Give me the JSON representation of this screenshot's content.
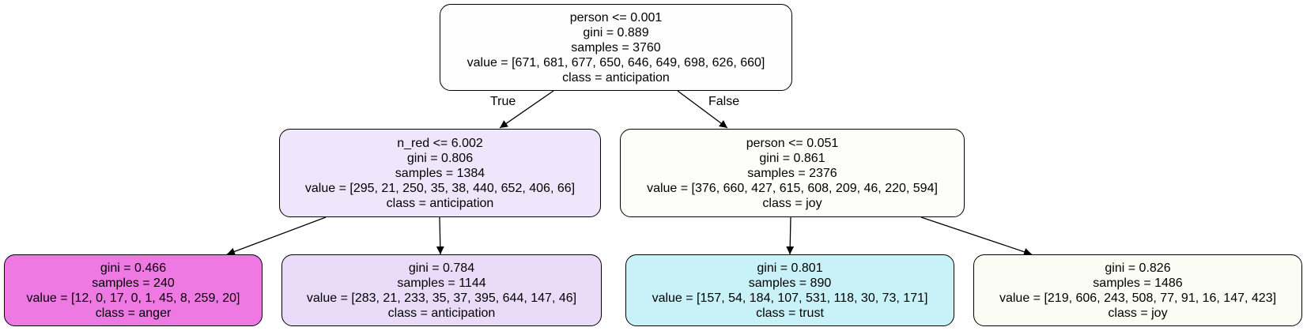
{
  "tree": {
    "root": {
      "split": "person <= 0.001",
      "gini": "gini = 0.889",
      "samples": "samples = 3760",
      "value": "value = [671, 681, 677, 650, 646, 649, 698, 626, 660]",
      "class": "class = anticipation",
      "fill": "#fefeff"
    },
    "left": {
      "split": "n_red <= 6.002",
      "gini": "gini = 0.806",
      "samples": "samples = 1384",
      "value": "value = [295, 21, 250, 35, 38, 440, 652, 406, 66]",
      "class": "class = anticipation",
      "fill": "#efe6fb"
    },
    "right": {
      "split": "person <= 0.051",
      "gini": "gini = 0.861",
      "samples": "samples = 2376",
      "value": "value = [376, 660, 427, 615, 608, 209, 46, 220, 594]",
      "class": "class = joy",
      "fill": "#fdfef9"
    },
    "leaf1": {
      "gini": "gini = 0.466",
      "samples": "samples = 240",
      "value": "value = [12, 0, 17, 0, 1, 45, 8, 259, 20]",
      "class": "class = anger",
      "fill": "#ef79e3"
    },
    "leaf2": {
      "gini": "gini = 0.784",
      "samples": "samples = 1144",
      "value": "value = [283, 21, 233, 35, 37, 395, 644, 147, 46]",
      "class": "class = anticipation",
      "fill": "#eadcf9"
    },
    "leaf3": {
      "gini": "gini = 0.801",
      "samples": "samples = 890",
      "value": "value = [157, 54, 184, 107, 531, 118, 30, 73, 171]",
      "class": "class = trust",
      "fill": "#c9f2f8"
    },
    "leaf4": {
      "gini": "gini = 0.826",
      "samples": "samples = 1486",
      "value": "value = [219, 606, 243, 508, 77, 91, 16, 147, 423]",
      "class": "class = joy",
      "fill": "#fbfdf4"
    }
  },
  "edges": {
    "true_label": "True",
    "false_label": "False"
  }
}
